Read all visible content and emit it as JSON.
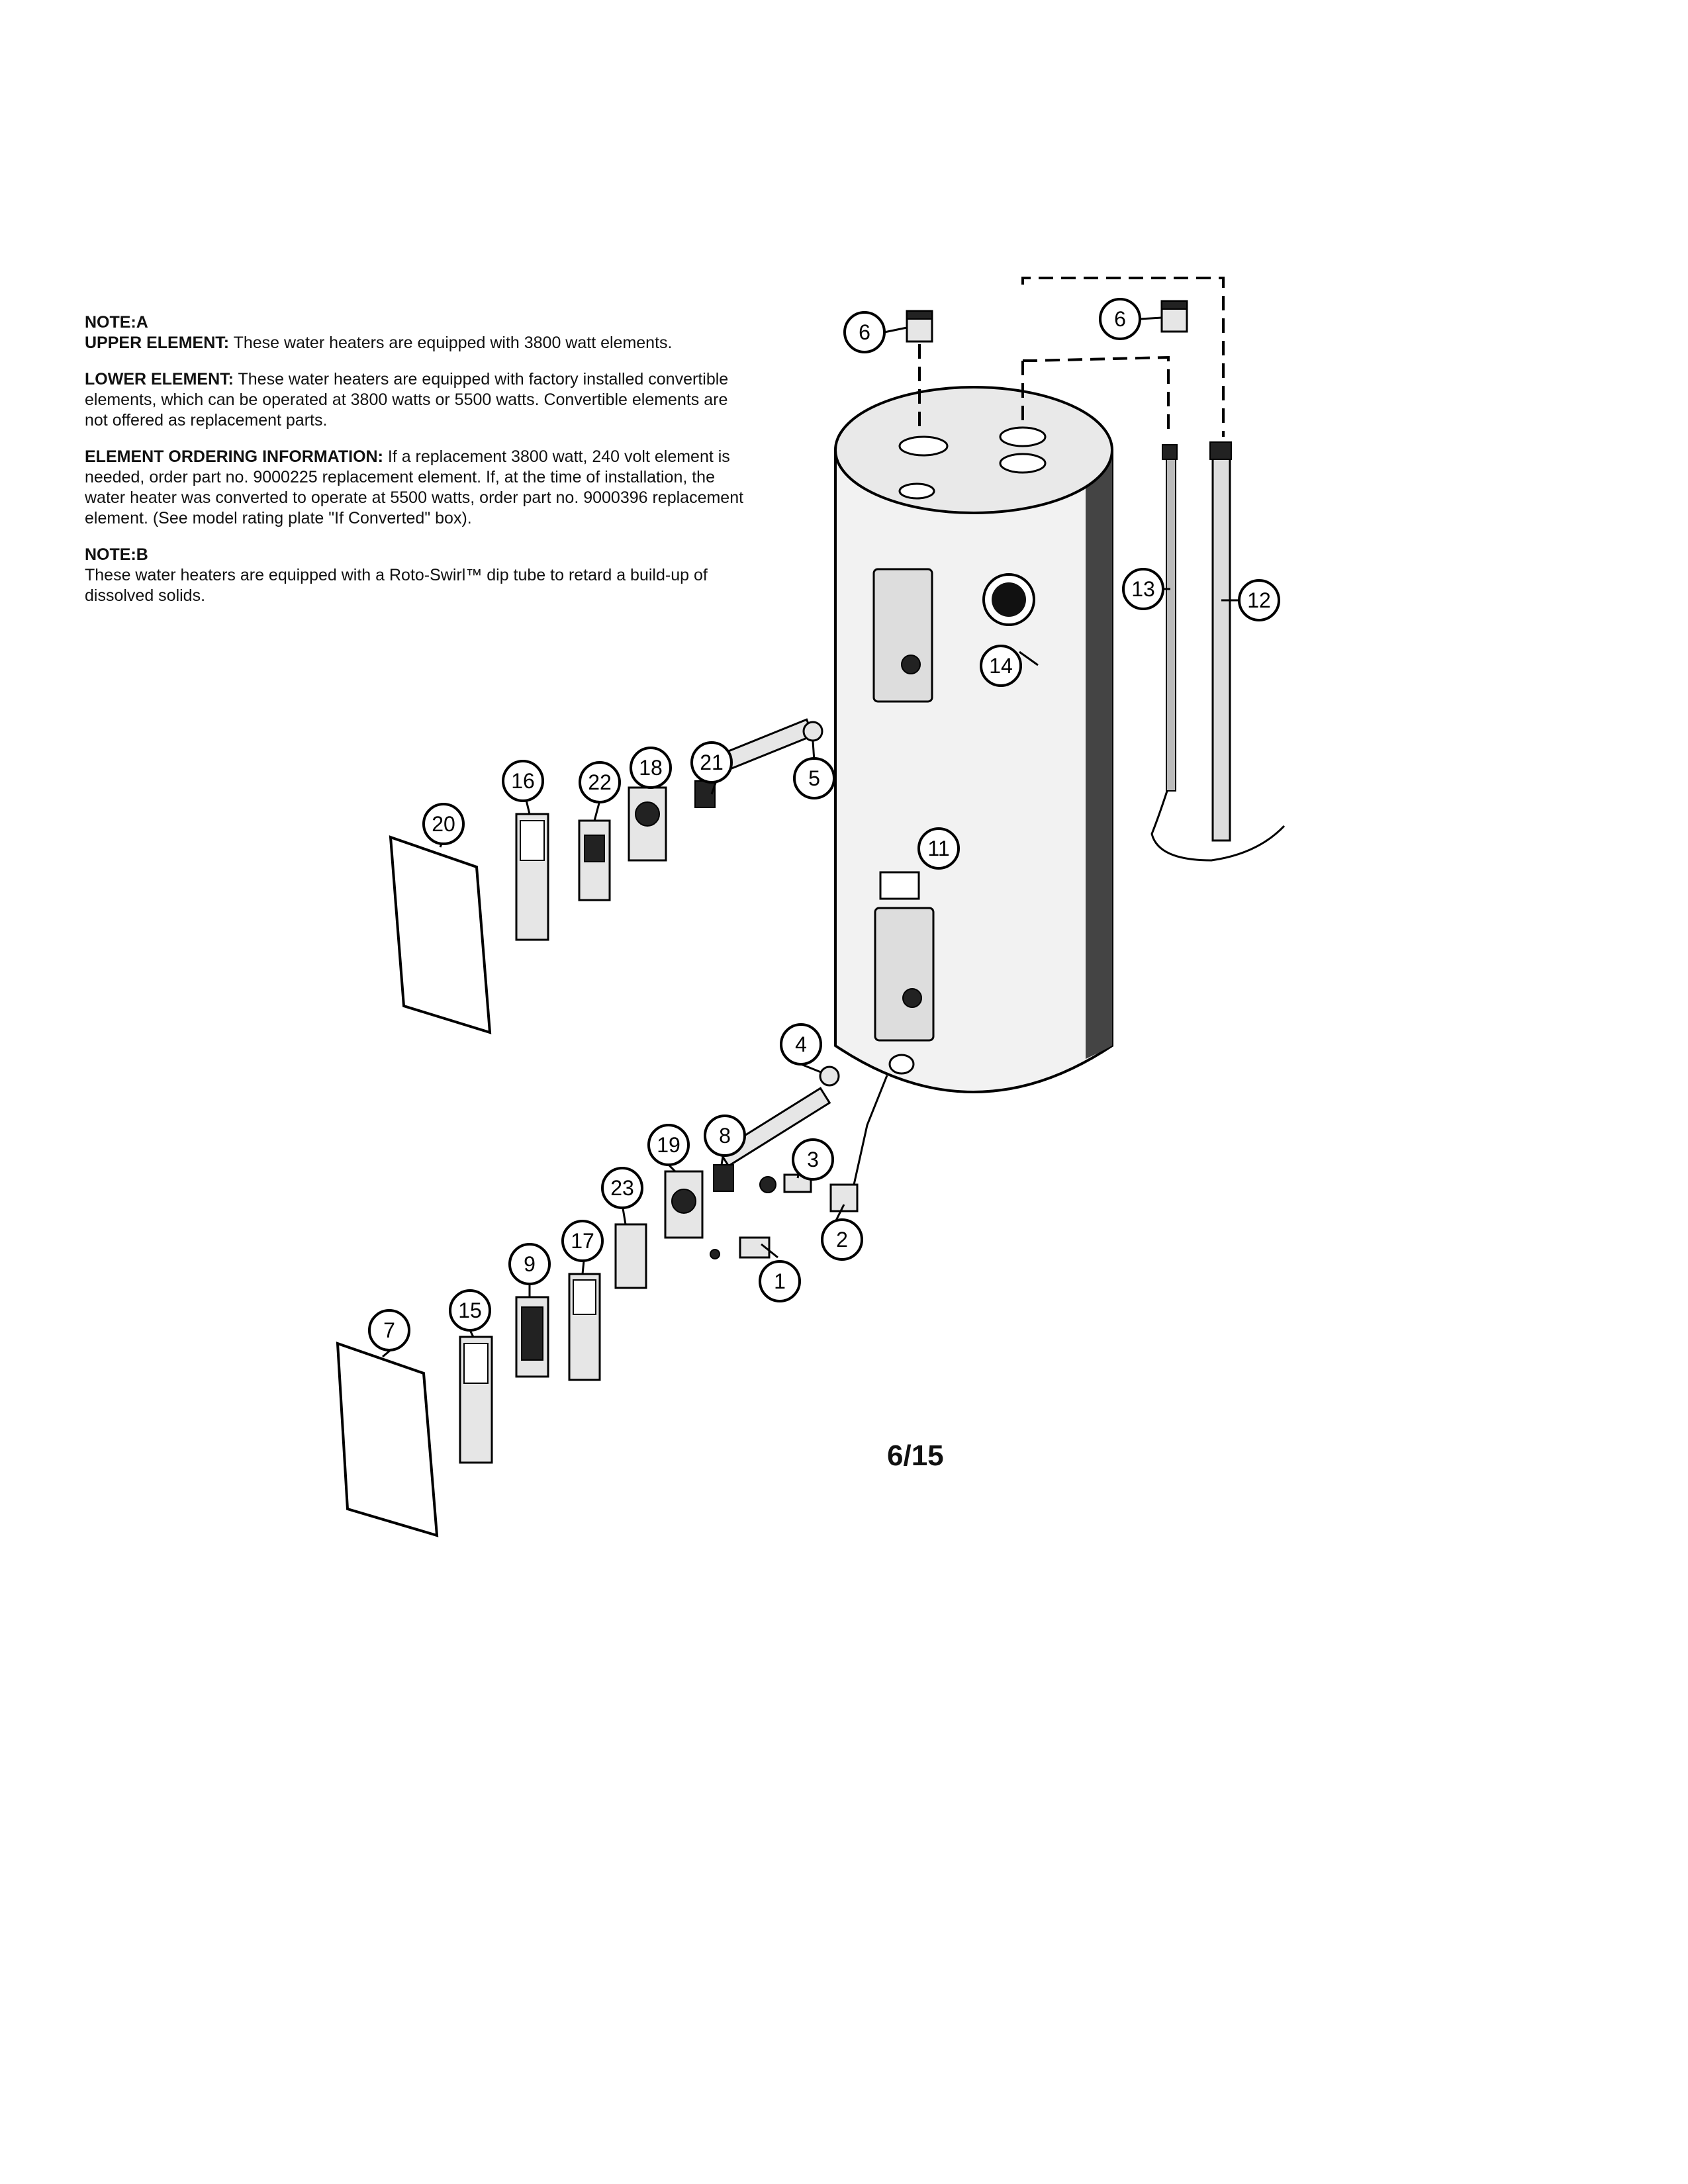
{
  "notes": {
    "note_a_title": "NOTE:A",
    "upper_label": "UPPER ELEMENT:",
    "upper_text": " These water heaters are equipped with 3800 watt elements.",
    "lower_label": "LOWER ELEMENT:",
    "lower_text": " These water heaters are equipped with factory installed convertible elements, which can be operated at 3800 watts or 5500 watts. Convertible elements are not offered as replacement parts.",
    "ordering_label": "ELEMENT ORDERING INFORMATION:",
    "ordering_text": " If a replacement 3800 watt, 240 volt element is needed, order part no. 9000225 replacement element. If, at the time of installation, the water heater was converted to operate at 5500 watts, order part no. 9000396 replacement element. (See model rating plate \"If Converted\" box).",
    "note_b_title": "NOTE:B",
    "note_b_text": "These water heaters are equipped with a Roto-Swirl™ dip tube to retard a build-up of dissolved solids."
  },
  "page_number": "6/15",
  "callouts": [
    "1",
    "2",
    "3",
    "4",
    "5",
    "6",
    "6",
    "7",
    "8",
    "9",
    "11",
    "12",
    "13",
    "14",
    "15",
    "16",
    "17",
    "18",
    "19",
    "20",
    "21",
    "22",
    "23"
  ]
}
